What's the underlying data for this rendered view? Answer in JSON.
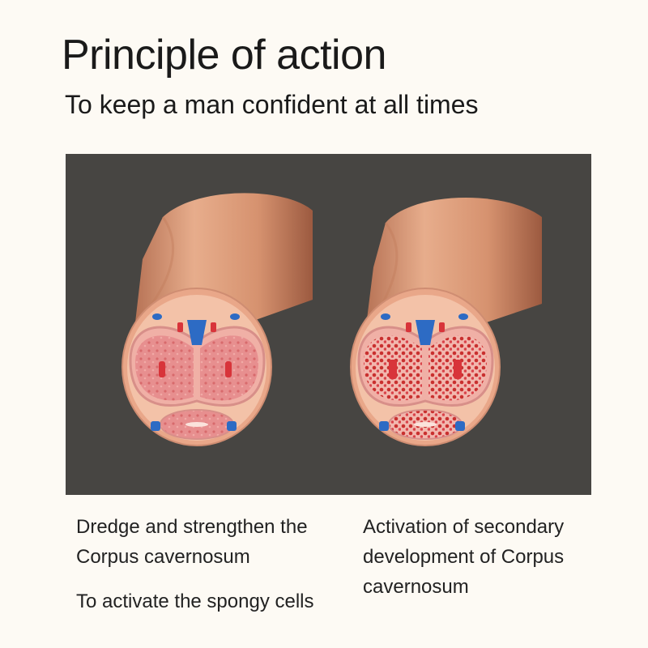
{
  "header": {
    "title": "Principle of action",
    "subtitle": "To keep a man confident at all times"
  },
  "colors": {
    "background": "#fdfaf4",
    "panel": "#474542",
    "skin": "#d99a78",
    "tissue": "#e07a7a",
    "vein": "#2d6bc4",
    "artery": "#d8343a"
  },
  "illustrations": {
    "left": {
      "icon": "penis-cross-section-normal-icon"
    },
    "right": {
      "icon": "penis-cross-section-activated-icon"
    }
  },
  "captions": {
    "left_1": "Dredge and strengthen the Corpus cavernosum",
    "left_2": "To activate the spongy cells",
    "right": "Activation of secondary development of Corpus cavernosum"
  }
}
